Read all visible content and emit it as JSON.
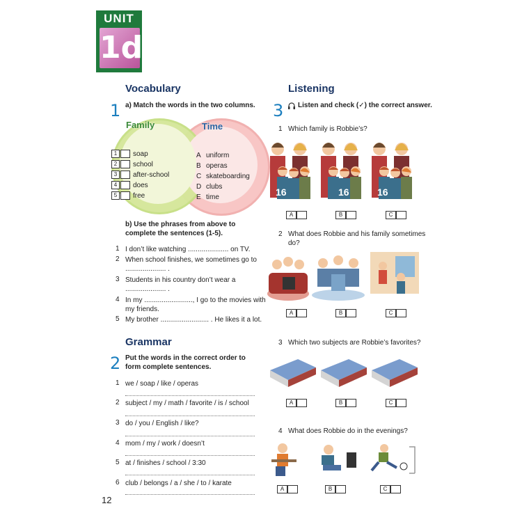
{
  "unit": {
    "label": "UNIT",
    "number": "1d"
  },
  "page_number": "12",
  "vocabulary": {
    "title": "Vocabulary",
    "ex_num": "1",
    "part_a": "a) Match the words in the two columns.",
    "family_label": "Family",
    "time_label": "Time",
    "family_items": [
      {
        "n": "1",
        "w": "soap"
      },
      {
        "n": "2",
        "w": "school"
      },
      {
        "n": "3",
        "w": "after-school"
      },
      {
        "n": "4",
        "w": "does"
      },
      {
        "n": "5",
        "w": "free"
      }
    ],
    "time_items": [
      {
        "l": "A",
        "w": "uniform"
      },
      {
        "l": "B",
        "w": "operas"
      },
      {
        "l": "C",
        "w": "skateboarding"
      },
      {
        "l": "D",
        "w": "clubs"
      },
      {
        "l": "E",
        "w": "time"
      }
    ],
    "part_b": "b) Use the phrases from above to complete the sentences (1-5).",
    "sentences": [
      {
        "n": "1",
        "t": "I don’t like watching ..................... on TV."
      },
      {
        "n": "2",
        "t1": "When school finishes, we sometimes go to",
        "t2": "..................... ."
      },
      {
        "n": "3",
        "t1": "Students in his country don’t wear a",
        "t2": "..................... ."
      },
      {
        "n": "4",
        "t1": "In my ........................., I go to the movies with",
        "t2": "my friends."
      },
      {
        "n": "5",
        "t": "My brother ......................... . He likes it a lot."
      }
    ]
  },
  "grammar": {
    "title": "Grammar",
    "ex_num": "2",
    "instruction": "Put the words in the correct order to form complete sentences.",
    "items": [
      {
        "n": "1",
        "t": "we / soap / like / operas"
      },
      {
        "n": "2",
        "t": "subject / my / math / favorite / is / school"
      },
      {
        "n": "3",
        "t": "do / you / English / like?"
      },
      {
        "n": "4",
        "t": "mom / my / work / doesn’t"
      },
      {
        "n": "5",
        "t": "at / finishes / school / 3:30"
      },
      {
        "n": "6",
        "t": "club / belongs / a / she / to / karate"
      }
    ]
  },
  "listening": {
    "title": "Listening",
    "ex_num": "3",
    "instruction": "Listen and check (✓) the correct answer.",
    "headphones_icon": "headphones-icon",
    "questions": [
      {
        "n": "1",
        "q": "Which family is Robbie’s?"
      },
      {
        "n": "2",
        "q1": "What does Robbie and his family sometimes",
        "q2": "do?"
      },
      {
        "n": "3",
        "q": "Which two subjects are Robbie’s favorites?"
      },
      {
        "n": "4",
        "q": "What does Robbie do in the evenings?"
      }
    ],
    "options": [
      "A",
      "B",
      "C"
    ],
    "shirt_number": "16"
  },
  "colors": {
    "unit_green": "#1f7a3c",
    "unit_pink": "#b9549b",
    "heading": "#1a3564",
    "exercise_number": "#1c7fbf"
  }
}
